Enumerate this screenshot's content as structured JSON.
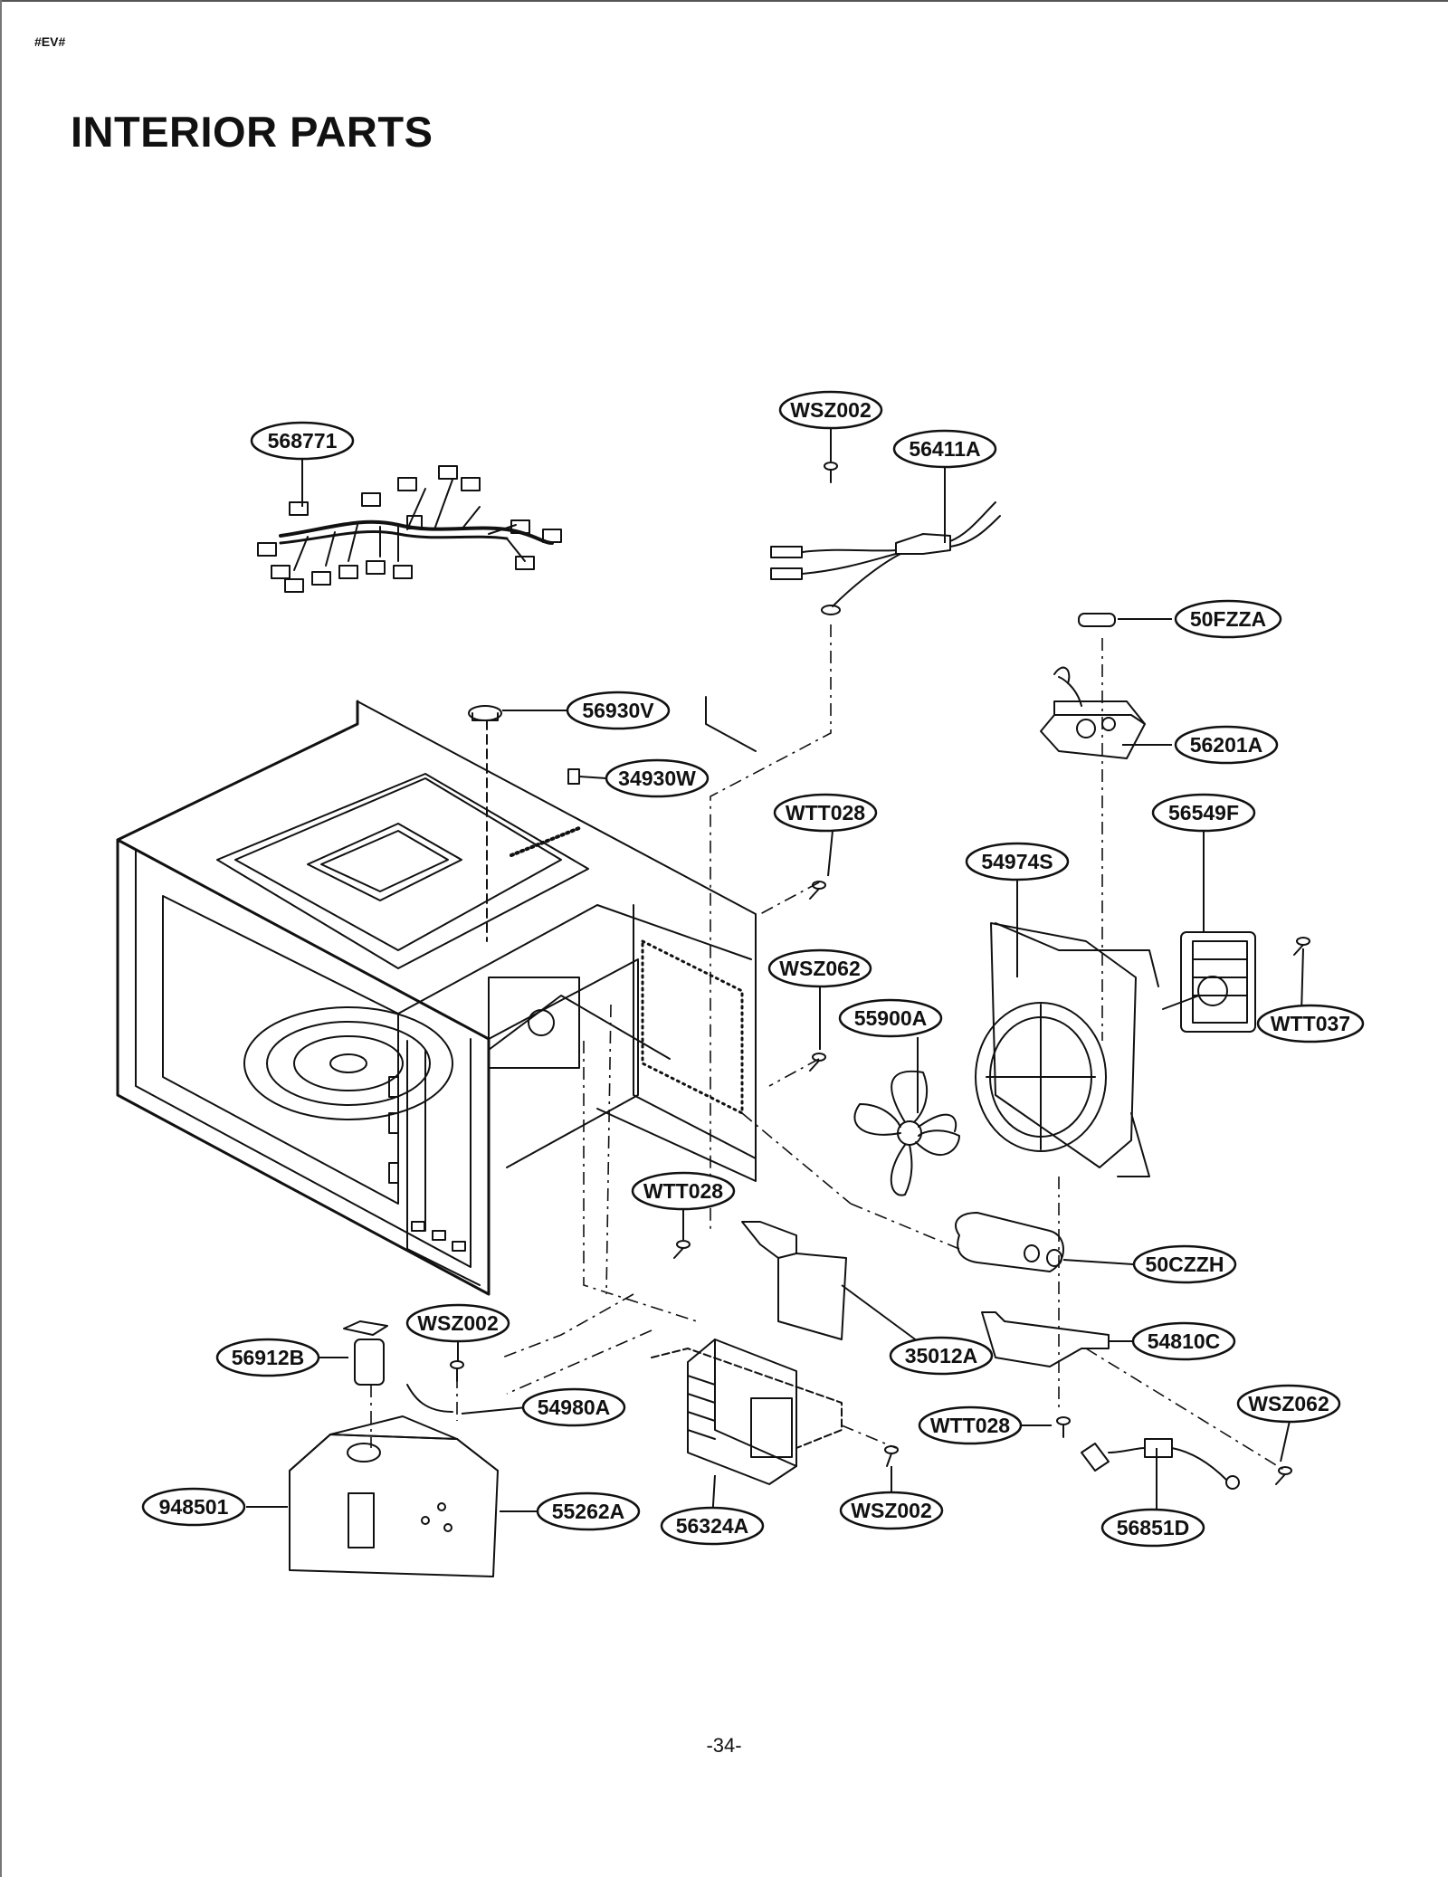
{
  "header": {
    "code": "#EV#",
    "title": "INTERIOR PARTS"
  },
  "footer": {
    "page_number": "-34-"
  },
  "diagram": {
    "part_labels": [
      "568771",
      "WSZ002",
      "56411A",
      "50FZZA",
      "56930V",
      "56201A",
      "34930W",
      "WTT028",
      "56549F",
      "54974S",
      "WSZ062",
      "WTT037",
      "55900A",
      "WTT028",
      "50CZZH",
      "WSZ002",
      "56912B",
      "35012A",
      "54810C",
      "54980A",
      "WSZ062",
      "WTT028",
      "948501",
      "55262A",
      "56324A",
      "WSZ002",
      "56851D"
    ]
  }
}
